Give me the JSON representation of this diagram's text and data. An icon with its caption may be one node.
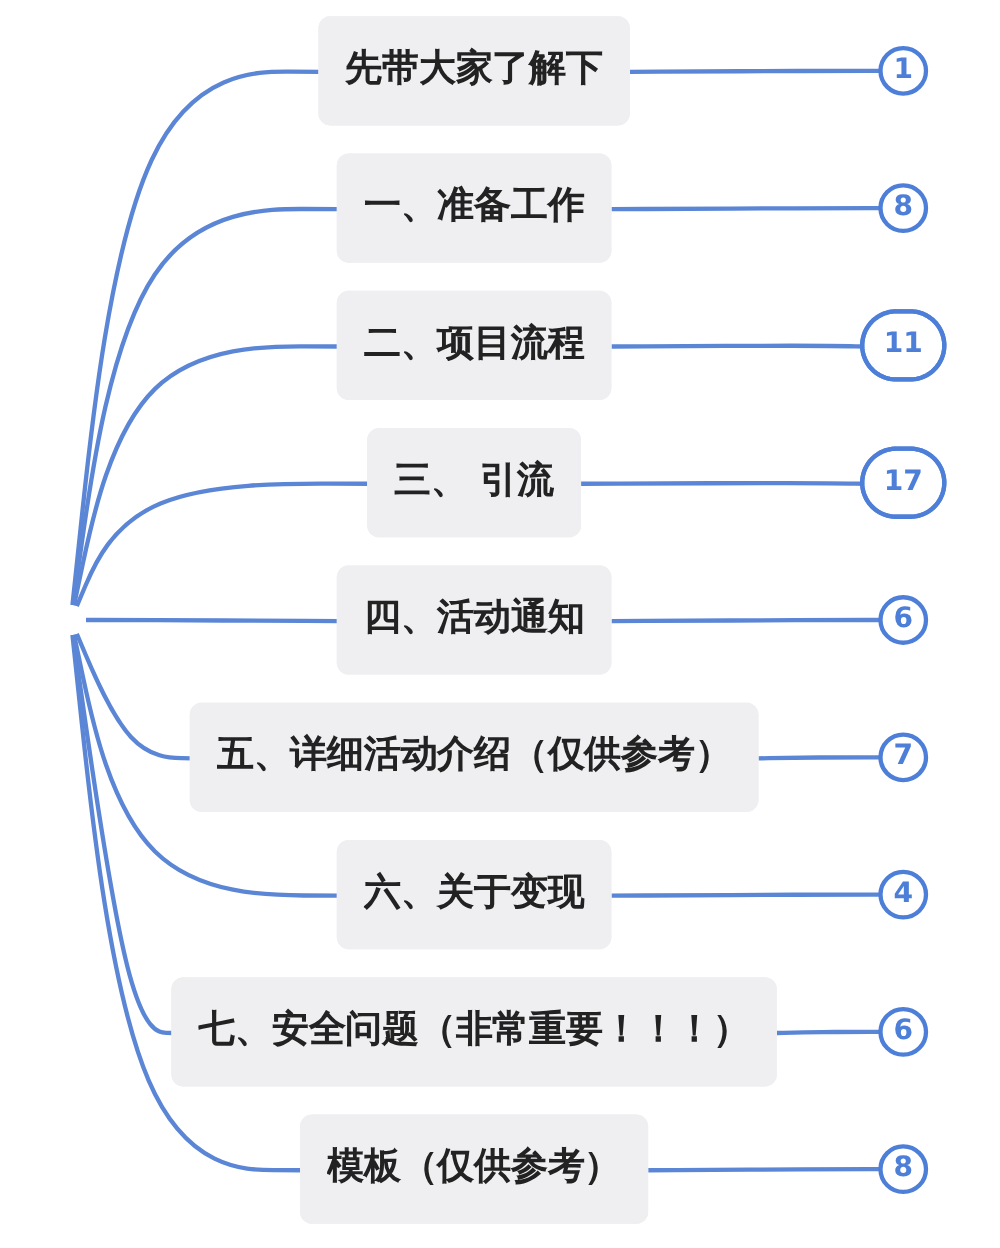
{
  "diagram": {
    "nodes": [
      {
        "text": [
          "先带大家了解下"
        ]
      },
      {
        "text": [
          "1"
        ]
      },
      {
        "text": [
          "一、准备工作"
        ]
      },
      {
        "text": [
          "8"
        ]
      },
      {
        "text": [
          "二、项目流程"
        ]
      },
      {
        "text": [
          "11"
        ]
      },
      {
        "text": [
          "三、 引流"
        ]
      },
      {
        "text": [
          "17"
        ]
      },
      {
        "text": [
          "四、活动通知"
        ]
      },
      {
        "text": [
          "6"
        ]
      },
      {
        "text": [
          "五、详细活动介绍（仅供参考）"
        ]
      },
      {
        "text": [
          "7"
        ]
      },
      {
        "text": [
          "六、关于变现"
        ]
      },
      {
        "text": [
          "4"
        ]
      },
      {
        "text": [
          "七、安全问题（非常重要！！！）"
        ]
      },
      {
        "text": [
          "6"
        ]
      },
      {
        "text": [
          "模板（仅供参考）"
        ]
      },
      {
        "text": [
          "8"
        ]
      }
    ],
    "edges": [
      {
        "from": null,
        "to": 0,
        "arrow": "none"
      },
      {
        "from": 0,
        "to": 1,
        "arrow": "none"
      },
      {
        "from": null,
        "to": 2,
        "arrow": "none"
      },
      {
        "from": 2,
        "to": 3,
        "arrow": "none"
      },
      {
        "from": null,
        "to": 4,
        "arrow": "none"
      },
      {
        "from": 4,
        "to": 5,
        "arrow": "none"
      },
      {
        "from": null,
        "to": 6,
        "arrow": "none"
      },
      {
        "from": 6,
        "to": 7,
        "arrow": "none"
      },
      {
        "from": null,
        "to": 8,
        "arrow": "none"
      },
      {
        "from": 8,
        "to": 9,
        "arrow": "none"
      },
      {
        "from": null,
        "to": 10,
        "arrow": "none"
      },
      {
        "from": 10,
        "to": 11,
        "arrow": "none"
      },
      {
        "from": null,
        "to": 12,
        "arrow": "none"
      },
      {
        "from": 12,
        "to": 13,
        "arrow": "none"
      },
      {
        "from": null,
        "to": 14,
        "arrow": "none"
      },
      {
        "from": 14,
        "to": 15,
        "arrow": "none"
      },
      {
        "from": null,
        "to": 16,
        "arrow": "none"
      },
      {
        "from": 16,
        "to": 17,
        "arrow": "none"
      }
    ]
  }
}
